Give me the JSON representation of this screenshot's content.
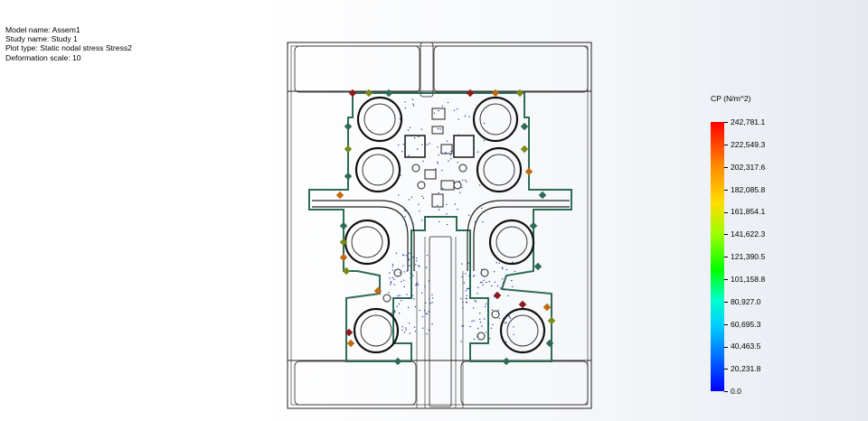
{
  "info": {
    "model_name": "Model name: Assem1",
    "study_name": "Study name: Study 1",
    "plot_type": "Plot type: Static nodal stress Stress2",
    "deformation_scale": "Deformation scale: 10"
  },
  "legend": {
    "title": "CP (N/m^2)",
    "ticks": [
      "242,781.1",
      "222,549.3",
      "202,317.6",
      "182,085.8",
      "161,854.1",
      "141,622.3",
      "121,390.5",
      "101,158.8",
      "80,927.0",
      "60,695.3",
      "40,463.5",
      "20,231.8",
      "0.0"
    ]
  },
  "colors": {
    "outline": "#222222",
    "path": "#2e6b55",
    "hot": "#8b1a1a",
    "warm": "#c06a10",
    "mild": "#7a8a1a",
    "node": "#1a3f9c"
  }
}
